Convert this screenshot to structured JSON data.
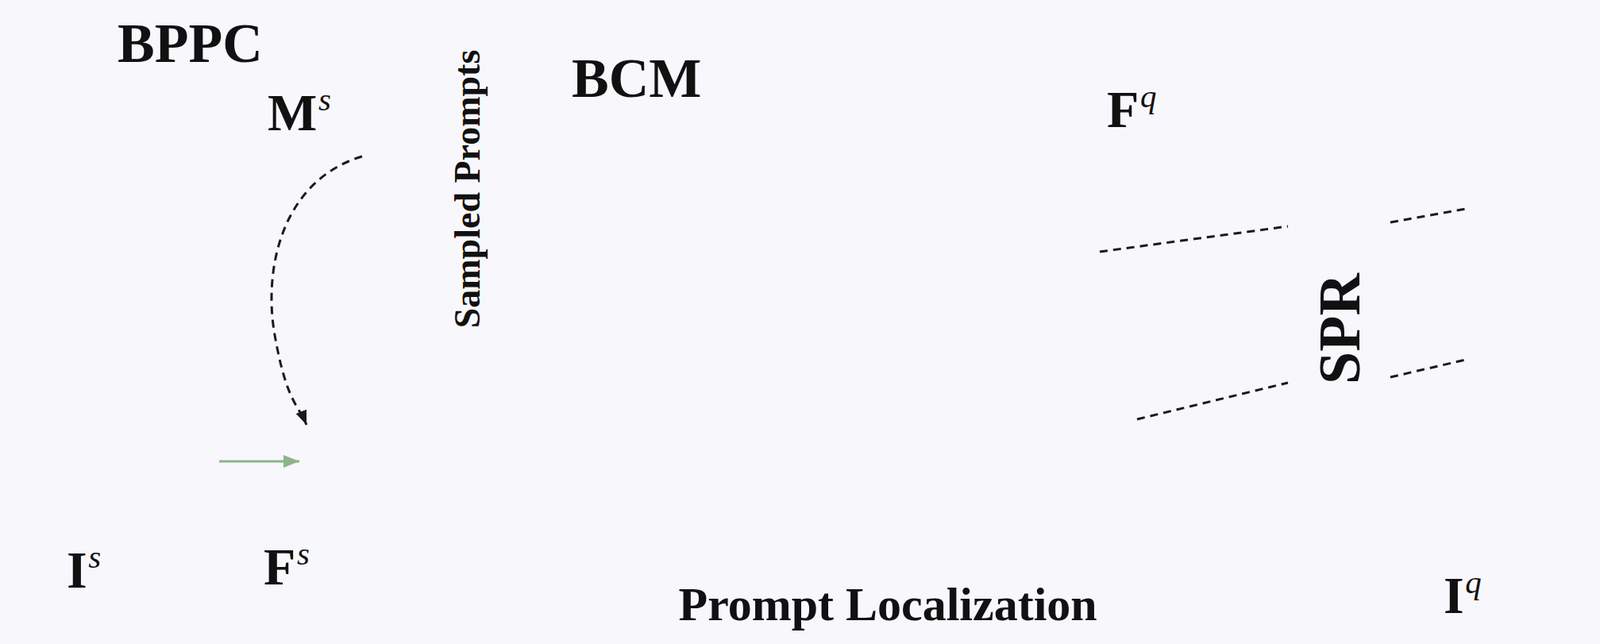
{
  "diagram": {
    "nodes": [
      {
        "text": [
          "BPPC"
        ]
      },
      {
        "text": [
          "Is"
        ],
        "in": 0
      },
      {
        "text": [
          "Ms",
          "Sampled Prompts"
        ],
        "in": 0
      },
      {
        "text": [
          "Fs"
        ],
        "in": 0
      },
      {
        "text": [
          "BCM"
        ]
      },
      {
        "text": [
          "Fq"
        ],
        "in": 4
      },
      {
        "text": [
          "SPR"
        ]
      },
      {
        "text": [
          "Iq"
        ]
      }
    ],
    "edges": [
      {
        "from": 1,
        "to": 3,
        "arrow": "to"
      },
      {
        "from": 2,
        "to": 3,
        "arrow": "to"
      },
      {
        "from": 5,
        "to": 6,
        "arrow": "none"
      },
      {
        "from": 5,
        "to": 6,
        "arrow": "none"
      },
      {
        "from": 6,
        "to": 7,
        "arrow": "none"
      },
      {
        "from": 6,
        "to": 7,
        "arrow": "none"
      }
    ],
    "labels": [
      "Prompt Localization"
    ]
  }
}
